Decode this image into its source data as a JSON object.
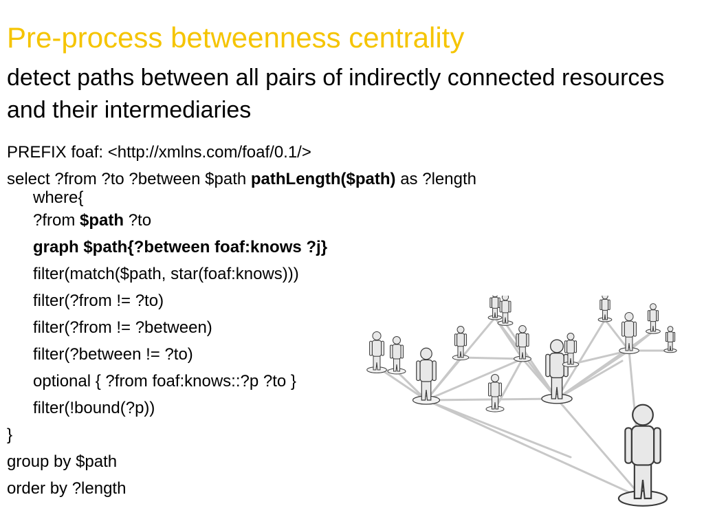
{
  "slide": {
    "title": "Pre-process betweenness centrality",
    "subtitle": "detect paths between all pairs of indirectly connected resources and their intermediaries"
  },
  "query": {
    "prefix": "PREFIX foaf: <http://xmlns.com/foaf/0.1/>",
    "select_part1": "select ?from ?to ?between $path ",
    "select_bold": "pathLength($path)",
    "select_part2": " as ?length",
    "where": "where{",
    "from_prefix": "?from ",
    "path_bold": "$path",
    "to_suffix": " ?to",
    "graph_line": "graph $path{?between foaf:knows ?j}",
    "filter_match": "filter(match($path, star(foaf:knows)))",
    "filter_from_to": "filter(?from != ?to)",
    "filter_from_between": "filter(?from != ?between)",
    "filter_between_to": "filter(?between != ?to)",
    "optional": "optional { ?from foaf:knows::?p ?to }",
    "filter_bound": "filter(!bound(?p))",
    "close_brace": "}",
    "group_by": "group by $path",
    "order_by": "order by ?length"
  },
  "colors": {
    "title": "#f5c400",
    "text": "#000000",
    "figure_fill": "#e8e8e8",
    "figure_stroke": "#3a3a3a"
  },
  "illustration": {
    "icon": "social-network-people-illustration"
  }
}
